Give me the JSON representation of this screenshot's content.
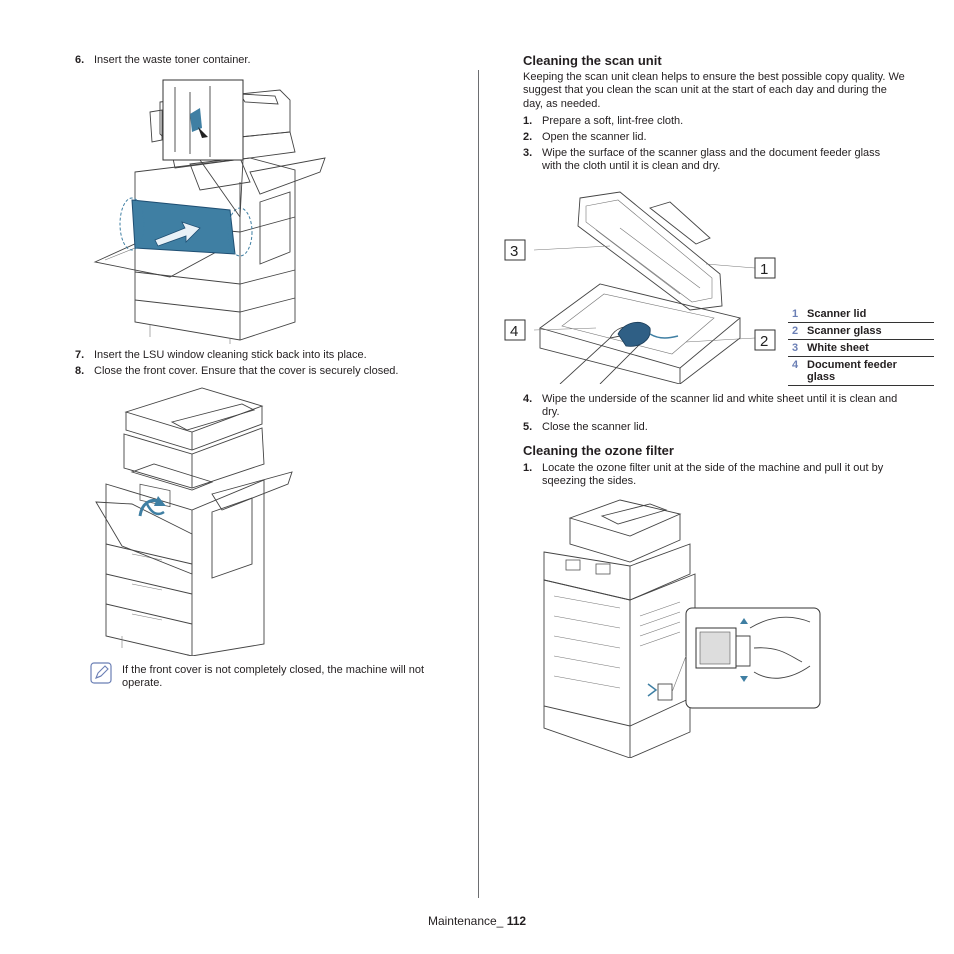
{
  "left": {
    "step6": {
      "num": "6.",
      "text": "Insert the waste toner container."
    },
    "step7": {
      "num": "7.",
      "text": "Insert the LSU window cleaning stick back into its place."
    },
    "step8": {
      "num": "8.",
      "text": "Close the front cover. Ensure that the cover is securely closed."
    },
    "note": "If the front cover is not completely closed, the machine will not operate."
  },
  "scan_unit": {
    "heading": "Cleaning the scan unit",
    "intro": "Keeping the scan unit clean helps to ensure the best possible copy quality. We suggest that you clean the scan unit at the start of each day and during the day, as needed.",
    "steps": [
      {
        "num": "1.",
        "text": "Prepare a soft, lint-free cloth."
      },
      {
        "num": "2.",
        "text": "Open the scanner lid."
      },
      {
        "num": "3.",
        "text": "Wipe the surface of the scanner glass and the document feeder glass with the cloth until it is clean and dry."
      },
      {
        "num": "4.",
        "text": "Wipe the underside of the scanner lid and white sheet until it is clean and dry."
      },
      {
        "num": "5.",
        "text": "Close the scanner lid."
      }
    ],
    "callouts": [
      "1",
      "2",
      "3",
      "4"
    ],
    "legend": [
      {
        "num": "1",
        "label": "Scanner lid"
      },
      {
        "num": "2",
        "label": "Scanner glass"
      },
      {
        "num": "3",
        "label": "White sheet"
      },
      {
        "num": "4",
        "label": "Document feeder glass"
      }
    ]
  },
  "ozone": {
    "heading": "Cleaning the ozone filter",
    "steps": [
      {
        "num": "1.",
        "text": "Locate the ozone filter unit at the side of the machine and pull it out by sqeezing the sides."
      }
    ]
  },
  "footer": {
    "label": "Maintenance_ ",
    "page": "112"
  },
  "colors": {
    "legend_number": "#6b7fb5",
    "toner_highlight": "#3f7fa3",
    "cloth": "#2f5f85"
  },
  "icons": [
    "note-pencil-icon"
  ]
}
